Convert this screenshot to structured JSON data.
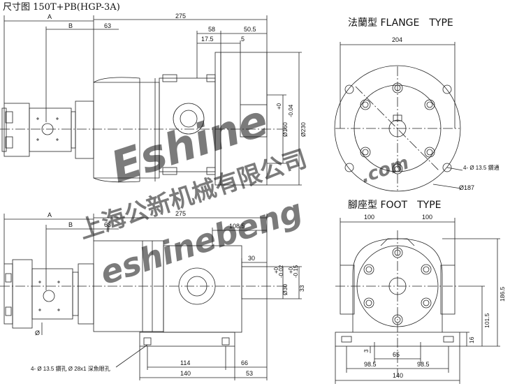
{
  "title": "尺寸图 150T+PB(HGP-3A)",
  "flange_header": "法蘭型 FLANGE　TYPE",
  "foot_header": "腳座型 FOOT　TYPE",
  "top_view": {
    "dim_A": "A",
    "dim_B": "B",
    "dim_63": "63",
    "dim_275": "275",
    "dim_58": "58",
    "dim_50_5": "50.5",
    "dim_17_5": "17.5",
    "dim_5": "5",
    "dim_160": "Ø160",
    "tol_160_upper": "+0",
    "tol_160_lower": "-0.04",
    "dim_230": "Ø230"
  },
  "flange_view": {
    "dim_204": "204",
    "holes_note": "4- Ø 13.5 鑽通",
    "dim_187": "Ø187"
  },
  "bottom_view": {
    "dim_A": "A",
    "dim_B": "B",
    "dim_63": "63",
    "dim_275": "275",
    "dim_108_5": "108.5",
    "dim_30": "30",
    "tol_upper_1": "+0",
    "tol_lower_1": "-0.02",
    "tol_upper_2": "+0",
    "tol_lower_2": "-0.15",
    "dim_phi30": "Ø30",
    "dim_33": "33",
    "dim_phi": "Ø",
    "holes_note": "4- Ø 13.5 鑽孔 Ø 28x1 深魚眼孔",
    "dim_114": "114",
    "dim_66": "66",
    "dim_140": "140",
    "dim_53": "53"
  },
  "foot_view": {
    "dim_100_left": "100",
    "dim_100_right": "100",
    "dim_186_5": "186.5",
    "dim_101_5": "101.5",
    "dim_16": "16",
    "dim_3": "3",
    "dim_65": "65",
    "dim_98_5_left": "98.5",
    "dim_98_5_right": "98.5",
    "dim_140": "140"
  },
  "watermark": {
    "brand": "Eshine",
    "chinese": "上海公新机械有限公司",
    "url_main": "eshinebeng",
    "url_tail": ".com"
  },
  "colors": {
    "line": "#222222",
    "watermark": "#1f5fae"
  }
}
